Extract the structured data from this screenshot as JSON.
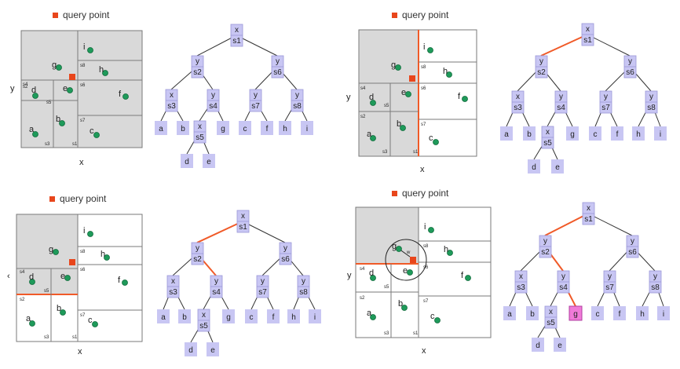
{
  "legend": {
    "label": "query point",
    "marker_color": "#e8461c"
  },
  "axes": {
    "x_label": "x",
    "y_label": "y"
  },
  "colors": {
    "region_fill": "#d9d9d9",
    "point_fill": "#1e9a5a",
    "node_fill": "#c8c6f3",
    "highlight": "#f05a28",
    "hit_leaf_fill": "#f07ad8"
  },
  "point_labels": [
    "a",
    "b",
    "c",
    "d",
    "e",
    "f",
    "g",
    "h",
    "i"
  ],
  "split_labels": [
    "s1",
    "s2",
    "s3",
    "s4",
    "s5",
    "s6",
    "s7",
    "s8"
  ],
  "tree": {
    "internal": [
      {
        "axis": "x",
        "split": "s1"
      },
      {
        "axis": "y",
        "split": "s2"
      },
      {
        "axis": "y",
        "split": "s6"
      },
      {
        "axis": "x",
        "split": "s3"
      },
      {
        "axis": "y",
        "split": "s4"
      },
      {
        "axis": "y",
        "split": "s7"
      },
      {
        "axis": "y",
        "split": "s8"
      },
      {
        "axis": "x",
        "split": "s5"
      }
    ],
    "leaves": [
      "a",
      "b",
      "g",
      "c",
      "f",
      "h",
      "i",
      "d",
      "e"
    ]
  },
  "panels": [
    {
      "step": 1,
      "highlight_path": "none",
      "circle_label": ""
    },
    {
      "step": 2,
      "highlight_path": "s1->s2",
      "circle_label": ""
    },
    {
      "step": 3,
      "highlight_path": "s1->s2->s4",
      "circle_label": ""
    },
    {
      "step": 4,
      "highlight_path": "s1->s2->s4->g",
      "circle_label": "w"
    }
  ]
}
